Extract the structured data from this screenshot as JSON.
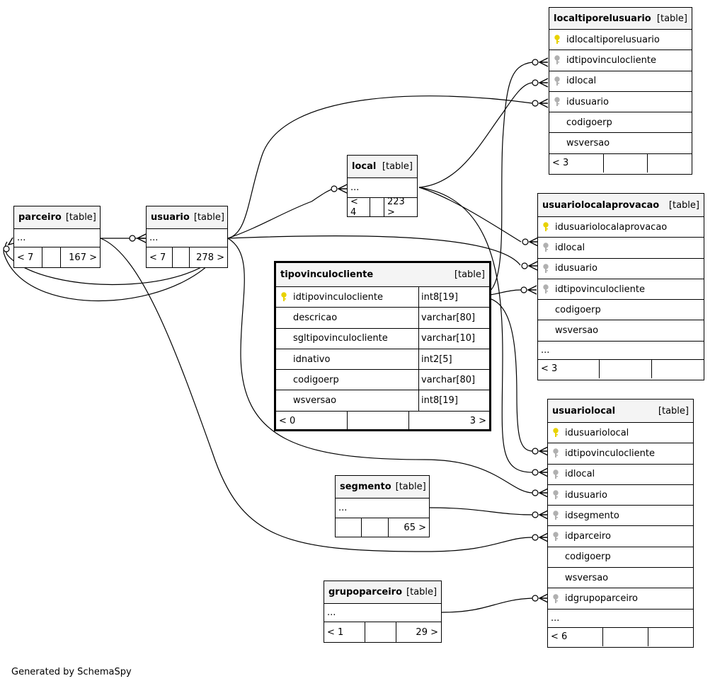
{
  "diagram": {
    "credit": "Generated by SchemaSpy",
    "tables": {
      "localtiporelusuario": {
        "name": "localtiporelusuario",
        "kind": "[table]",
        "columns": [
          {
            "name": "idlocaltiporelusuario",
            "key": "pk"
          },
          {
            "name": "idtipovinculocliente",
            "key": "fk"
          },
          {
            "name": "idlocal",
            "key": "fk"
          },
          {
            "name": "idusuario",
            "key": "fk"
          },
          {
            "name": "codigoerp",
            "key": ""
          },
          {
            "name": "wsversao",
            "key": ""
          }
        ],
        "footer": [
          "< 3",
          "",
          ""
        ]
      },
      "local": {
        "name": "local",
        "kind": "[table]",
        "ellipsis": "...",
        "footer": [
          "< 4",
          "",
          "223 >"
        ]
      },
      "parceiro": {
        "name": "parceiro",
        "kind": "[table]",
        "ellipsis": "...",
        "footer": [
          "< 7",
          "",
          "167 >"
        ]
      },
      "usuario": {
        "name": "usuario",
        "kind": "[table]",
        "ellipsis": "...",
        "footer": [
          "< 7",
          "",
          "278 >"
        ]
      },
      "usuariolocalaprovacao": {
        "name": "usuariolocalaprovacao",
        "kind": "[table]",
        "columns": [
          {
            "name": "idusuariolocalaprovacao",
            "key": "pk"
          },
          {
            "name": "idlocal",
            "key": "fk"
          },
          {
            "name": "idusuario",
            "key": "fk"
          },
          {
            "name": "idtipovinculocliente",
            "key": "fk"
          },
          {
            "name": "codigoerp",
            "key": ""
          },
          {
            "name": "wsversao",
            "key": ""
          }
        ],
        "ellipsis": "...",
        "footer": [
          "< 3",
          "",
          ""
        ]
      },
      "tipovinculocliente": {
        "name": "tipovinculocliente",
        "kind": "[table]",
        "columns": [
          {
            "name": "idtipovinculocliente",
            "key": "pk",
            "type": "int8[19]"
          },
          {
            "name": "descricao",
            "key": "",
            "type": "varchar[80]"
          },
          {
            "name": "sgltipovinculocliente",
            "key": "",
            "type": "varchar[10]"
          },
          {
            "name": "idnativo",
            "key": "",
            "type": "int2[5]"
          },
          {
            "name": "codigoerp",
            "key": "",
            "type": "varchar[80]"
          },
          {
            "name": "wsversao",
            "key": "",
            "type": "int8[19]"
          }
        ],
        "footer": [
          "< 0",
          "",
          "3 >"
        ]
      },
      "usuariolocal": {
        "name": "usuariolocal",
        "kind": "[table]",
        "columns": [
          {
            "name": "idusuariolocal",
            "key": "pk"
          },
          {
            "name": "idtipovinculocliente",
            "key": "fk"
          },
          {
            "name": "idlocal",
            "key": "fk"
          },
          {
            "name": "idusuario",
            "key": "fk"
          },
          {
            "name": "idsegmento",
            "key": "fk"
          },
          {
            "name": "idparceiro",
            "key": "fk"
          },
          {
            "name": "codigoerp",
            "key": ""
          },
          {
            "name": "wsversao",
            "key": ""
          },
          {
            "name": "idgrupoparceiro",
            "key": "fk"
          }
        ],
        "ellipsis": "...",
        "footer": [
          "< 6",
          "",
          ""
        ]
      },
      "segmento": {
        "name": "segmento",
        "kind": "[table]",
        "ellipsis": "...",
        "footer": [
          "",
          "",
          "65 >"
        ]
      },
      "grupoparceiro": {
        "name": "grupoparceiro",
        "kind": "[table]",
        "ellipsis": "...",
        "footer": [
          "< 1",
          "",
          "29 >"
        ]
      }
    },
    "colors": {
      "pk_key": "#e8d200",
      "fk_key": "#b0b0b0",
      "header_bg": "#f4f4f4"
    },
    "relationships": [
      {
        "from": "tipovinculocliente.idtipovinculocliente",
        "to": "localtiporelusuario.idtipovinculocliente"
      },
      {
        "from": "local",
        "to": "localtiporelusuario.idlocal"
      },
      {
        "from": "usuario",
        "to": "localtiporelusuario.idusuario"
      },
      {
        "from": "usuario",
        "to": "local"
      },
      {
        "from": "usuario",
        "to": "parceiro"
      },
      {
        "from": "parceiro",
        "to": "usuario"
      },
      {
        "from": "local",
        "to": "usuariolocalaprovacao.idlocal"
      },
      {
        "from": "usuario",
        "to": "usuariolocalaprovacao.idusuario"
      },
      {
        "from": "tipovinculocliente.idtipovinculocliente",
        "to": "usuariolocalaprovacao.idtipovinculocliente"
      },
      {
        "from": "tipovinculocliente.idtipovinculocliente",
        "to": "usuariolocal.idtipovinculocliente"
      },
      {
        "from": "local",
        "to": "usuariolocal.idlocal"
      },
      {
        "from": "usuario",
        "to": "usuariolocal.idusuario"
      },
      {
        "from": "segmento",
        "to": "usuariolocal.idsegmento"
      },
      {
        "from": "parceiro",
        "to": "usuariolocal.idparceiro"
      },
      {
        "from": "grupoparceiro",
        "to": "usuariolocal.idgrupoparceiro"
      }
    ]
  }
}
